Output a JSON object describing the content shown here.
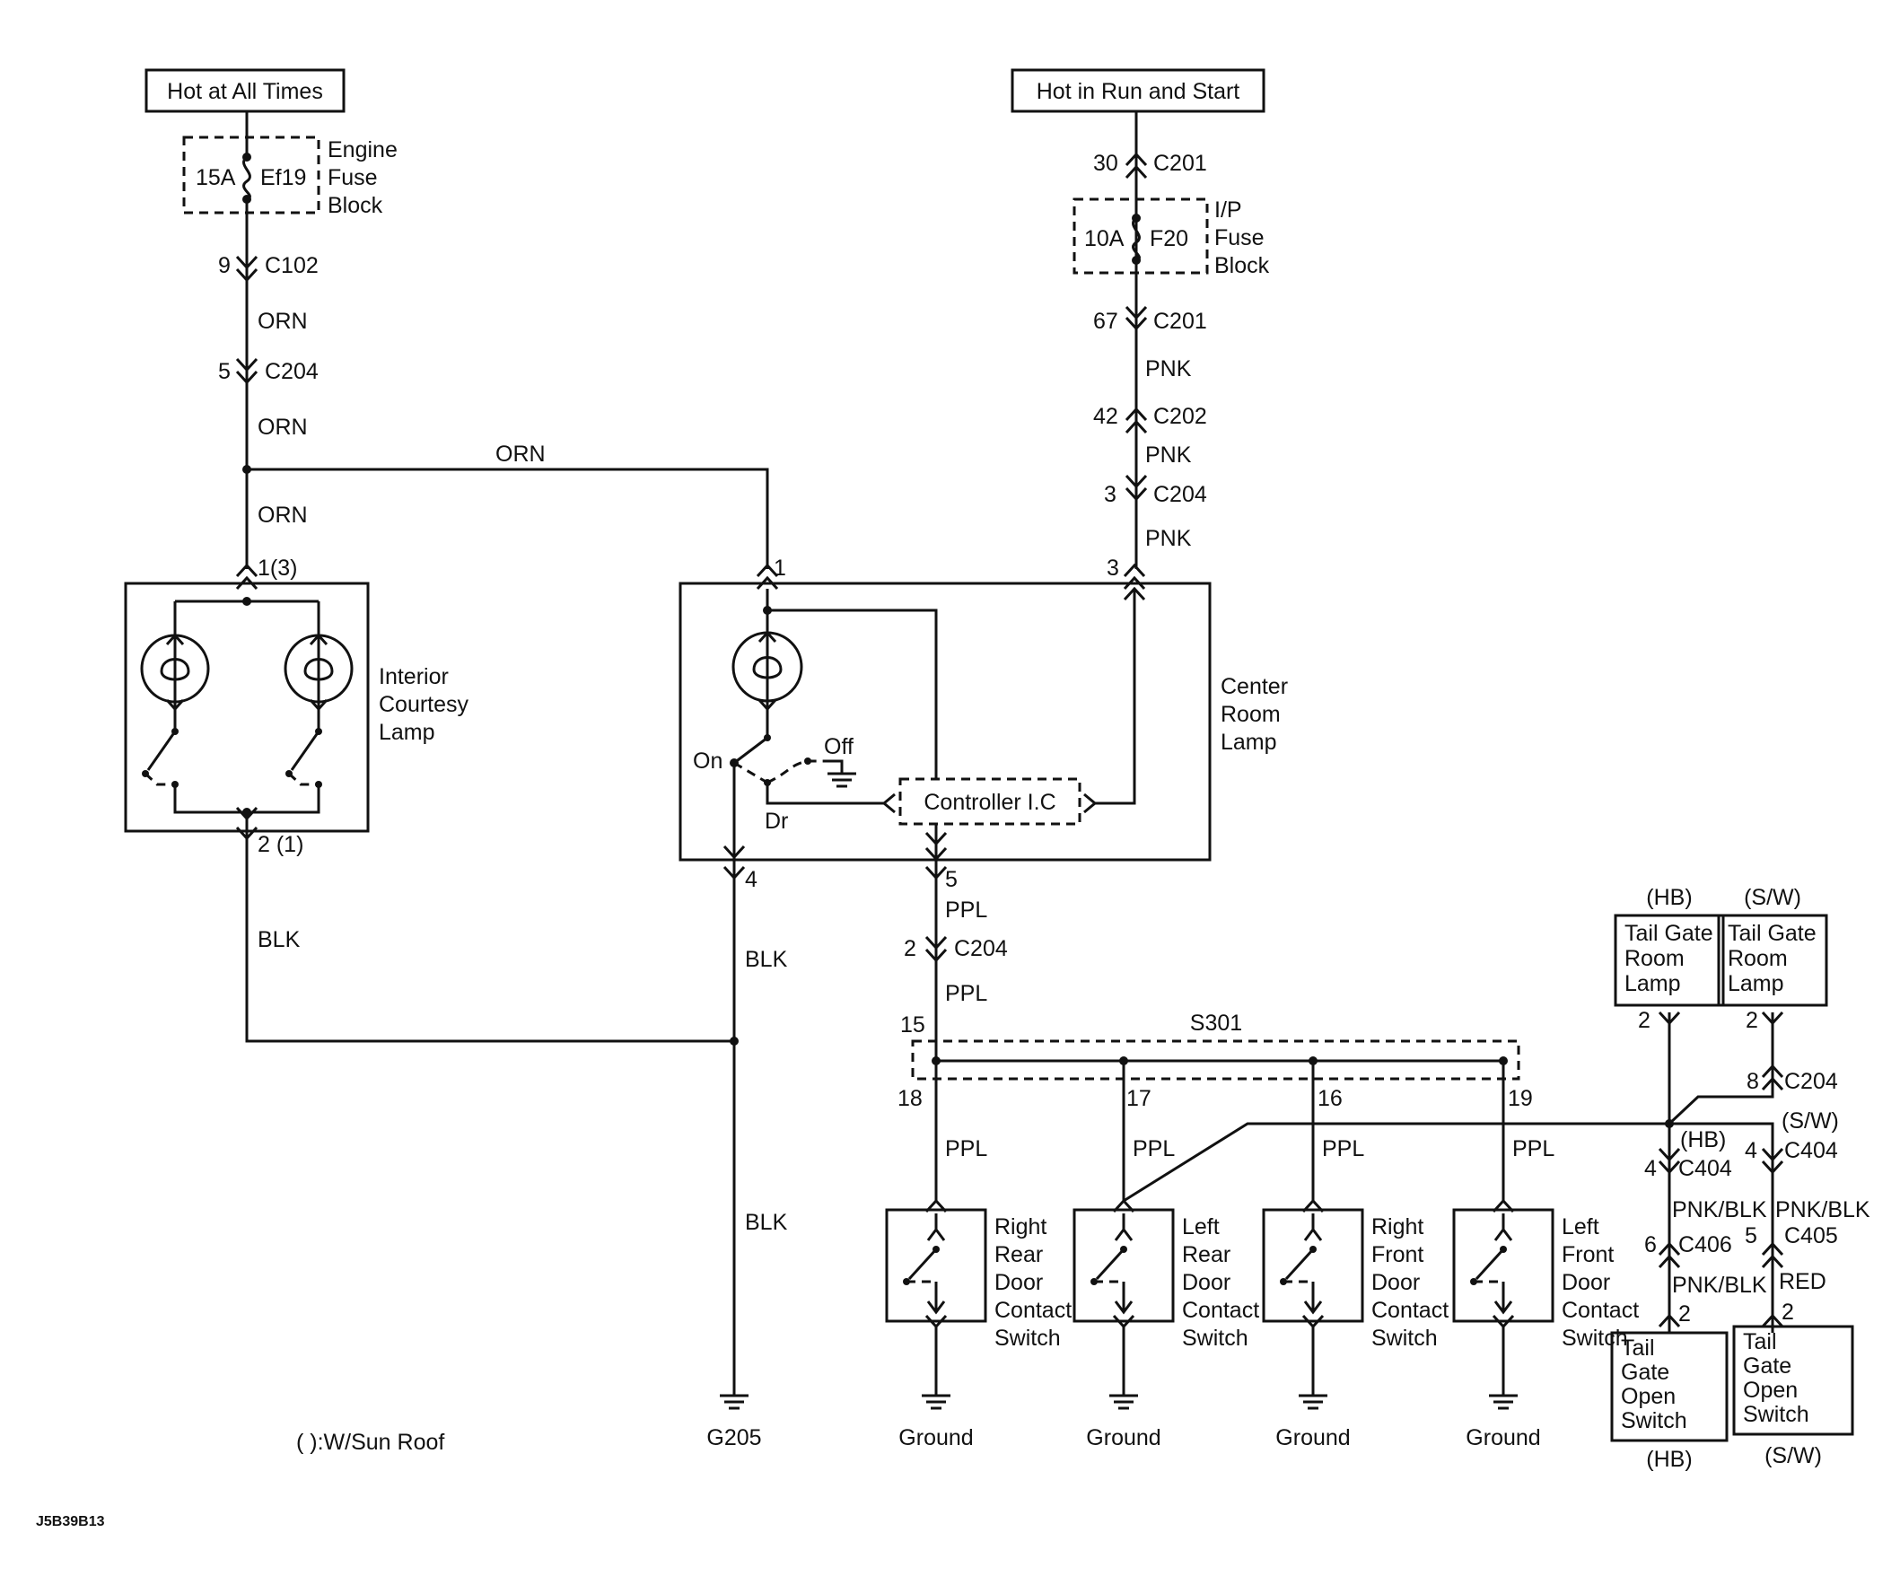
{
  "sources": {
    "hot_at_all_times": "Hot at All Times",
    "hot_in_run_and_start": "Hot in Run and Start"
  },
  "fuses": {
    "engine": {
      "rating": "15A",
      "name": "Ef19",
      "block_lines": [
        "Engine",
        "Fuse",
        "Block"
      ]
    },
    "ip": {
      "rating": "10A",
      "name": "F20",
      "block_lines": [
        "I/P",
        "Fuse",
        "Block"
      ]
    }
  },
  "connectors": {
    "c102_pin": "9",
    "c102": "C102",
    "c204_left_pin": "5",
    "c204_left": "C204",
    "c201_top_pin": "30",
    "c201_top": "C201",
    "c201_bottom_pin": "67",
    "c201_bottom": "C201",
    "c202_pin": "42",
    "c202": "C202",
    "c204_right_pin": "3",
    "c204_right": "C204",
    "c204_ppl_pin": "2",
    "c204_ppl": "C204",
    "c204_sw_pin": "8",
    "c204_sw": "C204",
    "c404_hb_pin": "4",
    "c404_hb": "C404",
    "c404_sw_pin": "4",
    "c404_sw": "C404",
    "c406_pin": "6",
    "c406": "C406",
    "c405_pin": "5",
    "c405": "C405"
  },
  "wires": {
    "orn": "ORN",
    "pnk": "PNK",
    "blk": "BLK",
    "ppl": "PPL",
    "pnk_blk": "PNK/BLK",
    "red": "RED"
  },
  "interior_lamp": {
    "name_lines": [
      "Interior",
      "Courtesy",
      "Lamp"
    ],
    "pin_top": "1(3)",
    "pin_bottom": "2 (1)"
  },
  "center_lamp": {
    "name_lines": [
      "Center",
      "Room",
      "Lamp"
    ],
    "pin_1": "1",
    "pin_3": "3",
    "pin_4": "4",
    "pin_5": "5",
    "on": "On",
    "off": "Off",
    "dr": "Dr",
    "controller": "Controller I.C"
  },
  "splice": {
    "name": "S301",
    "pin_15": "15",
    "pin_18": "18",
    "pin_17": "17",
    "pin_16": "16",
    "pin_19": "19"
  },
  "door_switches": [
    {
      "lines": [
        "Right",
        "Rear",
        "Door",
        "Contact",
        "Switch"
      ]
    },
    {
      "lines": [
        "Left",
        "Rear",
        "Door",
        "Contact",
        "Switch"
      ]
    },
    {
      "lines": [
        "Right",
        "Front",
        "Door",
        "Contact",
        "Switch"
      ]
    },
    {
      "lines": [
        "Left",
        "Front",
        "Door",
        "Contact",
        "Switch"
      ]
    }
  ],
  "tailgate": {
    "hb": "(HB)",
    "sw": "(S/W)",
    "room_lamp_lines": [
      "Tail Gate",
      "Room",
      "Lamp"
    ],
    "room_lamp_pin": "2",
    "open_switch_lines": [
      "Tail",
      "Gate",
      "Open",
      "Switch"
    ],
    "open_switch_pin": "2"
  },
  "grounds": {
    "g205": "G205",
    "ground": "Ground"
  },
  "footnote": "( ):W/Sun Roof",
  "figure_id": "J5B39B13"
}
